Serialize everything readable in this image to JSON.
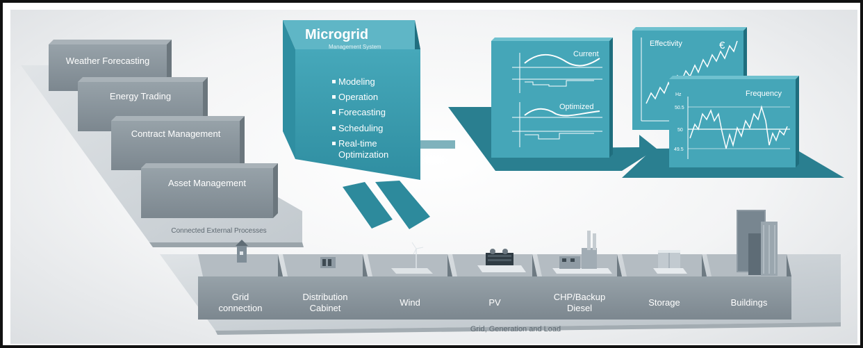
{
  "external": {
    "caption": "Connected External Processes",
    "boxes": [
      "Weather Forecasting",
      "Energy Trading",
      "Contract Management",
      "Asset Management"
    ]
  },
  "mgmt": {
    "title": "Microgrid",
    "subtitle": "Management System",
    "functions": [
      "Modeling",
      "Operation",
      "Forecasting",
      "Scheduling",
      "Real-time",
      "Optimization"
    ]
  },
  "charts": {
    "current": "Current",
    "optimized": "Optimized",
    "effectivity": "Effectivity",
    "currency": "€",
    "frequency": "Frequency",
    "unit": "Hz",
    "tick_high": "50.5",
    "tick_mid": "50",
    "tick_low": "49.5"
  },
  "grid": {
    "caption": "Grid, Generation and Load",
    "items": [
      {
        "line1": "Grid",
        "line2": "connection"
      },
      {
        "line1": "Distribution",
        "line2": "Cabinet"
      },
      {
        "line1": "Wind",
        "line2": ""
      },
      {
        "line1": "PV",
        "line2": ""
      },
      {
        "line1": "CHP/Backup",
        "line2": "Diesel"
      },
      {
        "line1": "Storage",
        "line2": ""
      },
      {
        "line1": "Buildings",
        "line2": ""
      }
    ]
  },
  "colors": {
    "teal": "#3b9bae",
    "teal_dark": "#22788a",
    "grey_box": "#8a959d",
    "platform": "#c7cdd2"
  }
}
